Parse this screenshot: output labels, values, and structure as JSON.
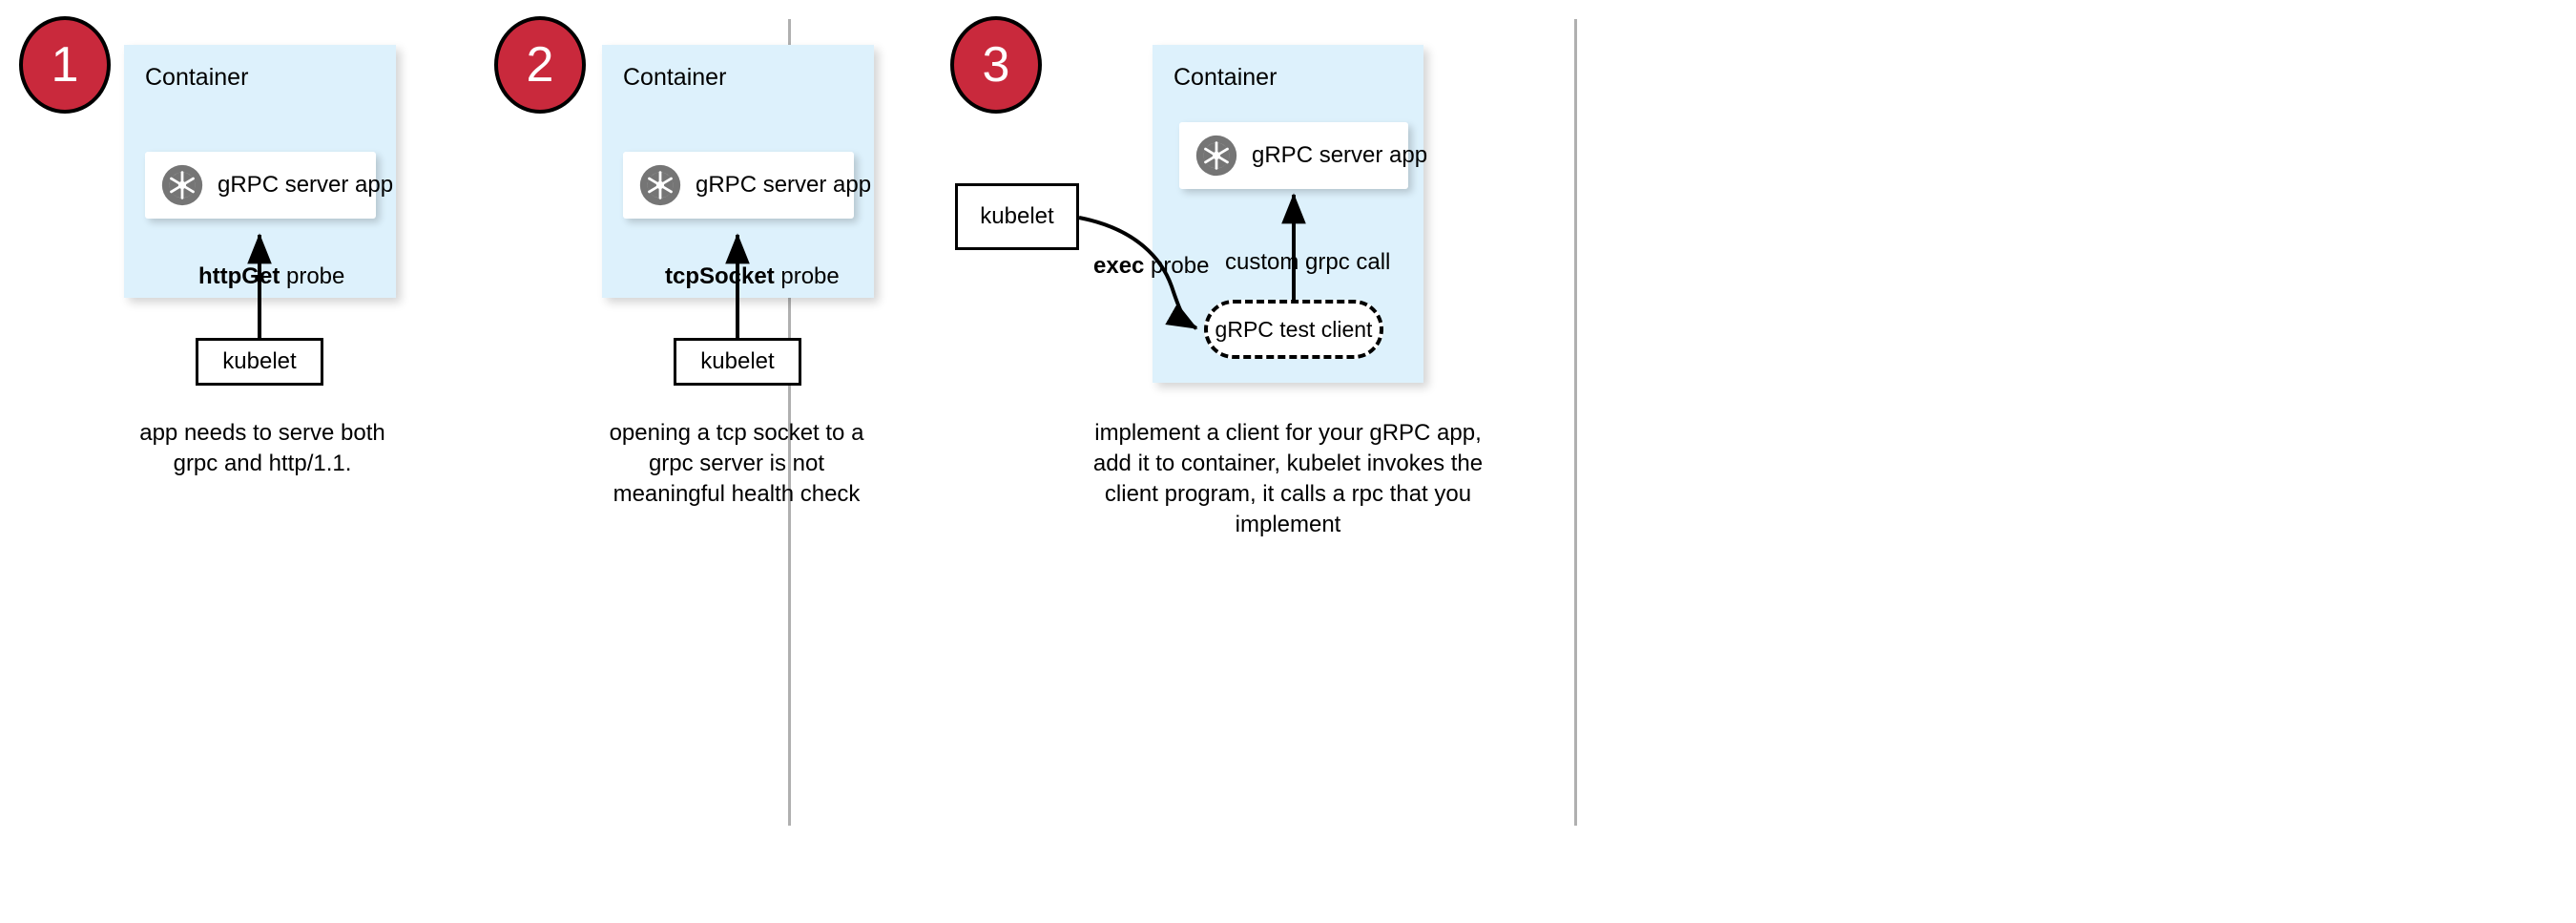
{
  "diagram": {
    "title": "gRPC health probe approaches in Kubernetes",
    "colors": {
      "badge_red": "#c9293c",
      "container_blue": "#ddf1fc",
      "grpc_gray": "#757575",
      "divider_gray": "#b0b0b0",
      "stroke_black": "#000000",
      "card_white": "#ffffff"
    },
    "panels": [
      {
        "badge": "1",
        "container_label": "Container",
        "app_label": "gRPC server app",
        "app_icon": "grpc-aperture-icon",
        "probe_label_bold": "httpGet",
        "probe_label_rest": " probe",
        "kubelet_label": "kubelet",
        "caption": "app needs to serve both grpc and http/1.1."
      },
      {
        "badge": "2",
        "container_label": "Container",
        "app_label": "gRPC server app",
        "app_icon": "grpc-aperture-icon",
        "probe_label_bold": "tcpSocket",
        "probe_label_rest": " probe",
        "kubelet_label": "kubelet",
        "caption": "opening a tcp socket to a grpc server is not meaningful health check"
      },
      {
        "badge": "3",
        "container_label": "Container",
        "app_label": "gRPC server app",
        "app_icon": "grpc-aperture-icon",
        "probe_label_bold": "exec",
        "probe_label_rest": " probe",
        "kubelet_label": "kubelet",
        "test_client_label": "gRPC test client",
        "custom_call_label": "custom grpc call",
        "caption": "implement a client for your gRPC app, add it to container, kubelet invokes the client program, it calls a rpc that you implement"
      }
    ]
  }
}
